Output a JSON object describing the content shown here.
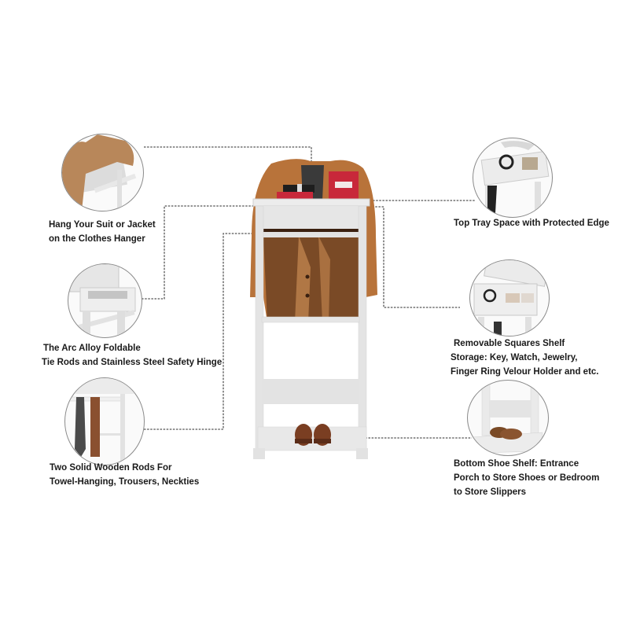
{
  "features": {
    "hang_suit": {
      "lines": [
        "Hang Your Suit or Jacket",
        "on the Clothes Hanger"
      ]
    },
    "foldable_hinge": {
      "lines": [
        "The Arc Alloy Foldable",
        "Tie Rods and Stainless Steel Safety Hinge"
      ]
    },
    "wooden_rods": {
      "lines": [
        "Two Solid Wooden Rods For",
        "Towel-Hanging, Trousers, Neckties"
      ]
    },
    "top_tray": {
      "lines": [
        "Top Tray Space with Protected Edge"
      ]
    },
    "squares_shelf": {
      "lines": [
        "Removable Squares Shelf",
        "Storage: Key,  Watch, Jewelry,",
        "Finger Ring Velour Holder and etc."
      ]
    },
    "shoe_shelf": {
      "lines": [
        "Bottom Shoe Shelf: Entrance",
        "Porch to Store Shoes or Bedroom",
        "to Store Slippers"
      ]
    }
  },
  "colors": {
    "frame": "#e8e8e8",
    "jacket": "#b8733a",
    "jacket_shadow": "#7a4a26",
    "book_red": "#c8283a",
    "shoe": "#7a3e22",
    "connector": "#555555"
  }
}
